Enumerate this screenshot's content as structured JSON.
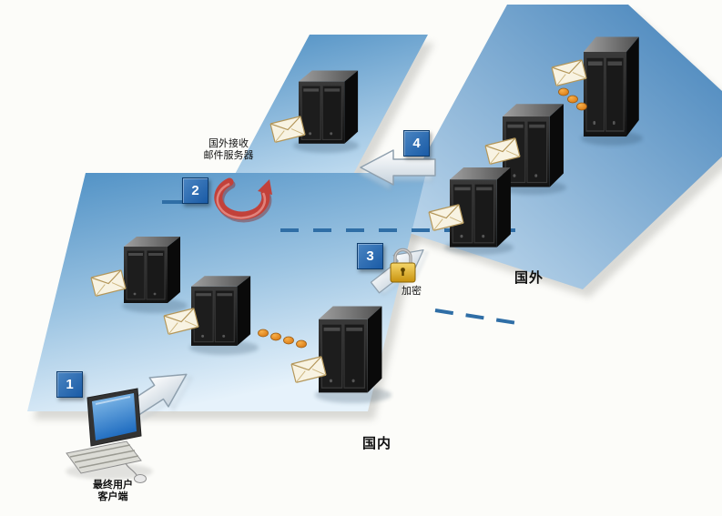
{
  "regions": {
    "foreign": {
      "label": "国外"
    },
    "domestic": {
      "label": "国内"
    }
  },
  "steps": [
    {
      "number": "1"
    },
    {
      "number": "2"
    },
    {
      "number": "3"
    },
    {
      "number": "4"
    }
  ],
  "labels": {
    "foreign_receive_server": {
      "line1": "国外接收",
      "line2": "邮件服务器"
    },
    "encryption": "加密",
    "end_user_client": {
      "line1": "最终用户",
      "line2": "客户端"
    }
  },
  "colors": {
    "platform_blue": "#4d8fc4",
    "platform_light": "#ddeefa",
    "badge_blue": "#1a5ba6",
    "badge_blue_light": "#4a85c2",
    "loop_arrow_red": "#c2413a",
    "lock_gold": "#e0a81c",
    "dot_orange": "#e8821e",
    "dash_blue": "#2f6ea6",
    "screen_blue": "#2e7fd0",
    "text_color": "#111111"
  }
}
